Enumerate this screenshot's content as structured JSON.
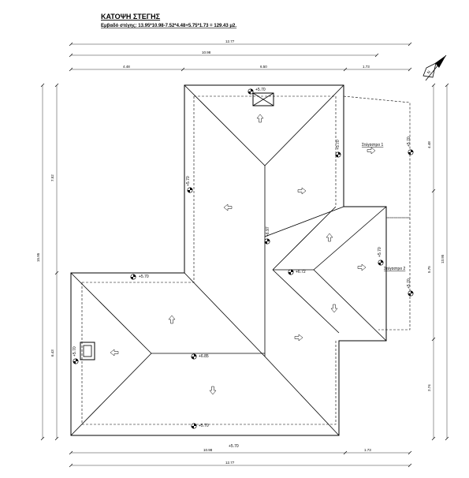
{
  "header": {
    "title": "ΚΑΤΟΨΗ ΣΤΕΓΗΣ",
    "subtitle": "Εμβαδό στέγης: 13.95*10.98-7.52*4.48+5.75*1.73 = 129.43 μ2."
  },
  "dimensions": {
    "top_overall": "12.77",
    "top_mid": "10.98",
    "top_seg1": "4.48",
    "top_seg2": "6.50",
    "top_seg3": "1.73",
    "bottom_mid": "10.98",
    "bottom_seg2": "1.73",
    "bottom_overall": "12.77",
    "left_outer": "15.95",
    "left_inner_upper": "7.52",
    "left_inner_lower": "6.43",
    "right_outer": "13.95",
    "right_upper": "4.48",
    "right_mid": "5.75",
    "right_lower": "2.74"
  },
  "labels": {
    "room1": "Στέγαστρο 1",
    "room2": "Στέγαστρο 2"
  },
  "elevations": {
    "top_chimney": "+5.70",
    "left_upper_wall": "+5.70",
    "ridge_center": "+6.97",
    "east_wing_top": "+5.70",
    "east_wing_right": "+5.70",
    "east_ridge": "+6.72",
    "east_lower_right": "+5.70",
    "east_lower_right2": "+5.70",
    "west_top": "+5.70",
    "west_chimney": "+5.70",
    "ridge_south": "+6.85",
    "south_eave": "+5.70",
    "bottom_eave": "+5.70"
  }
}
